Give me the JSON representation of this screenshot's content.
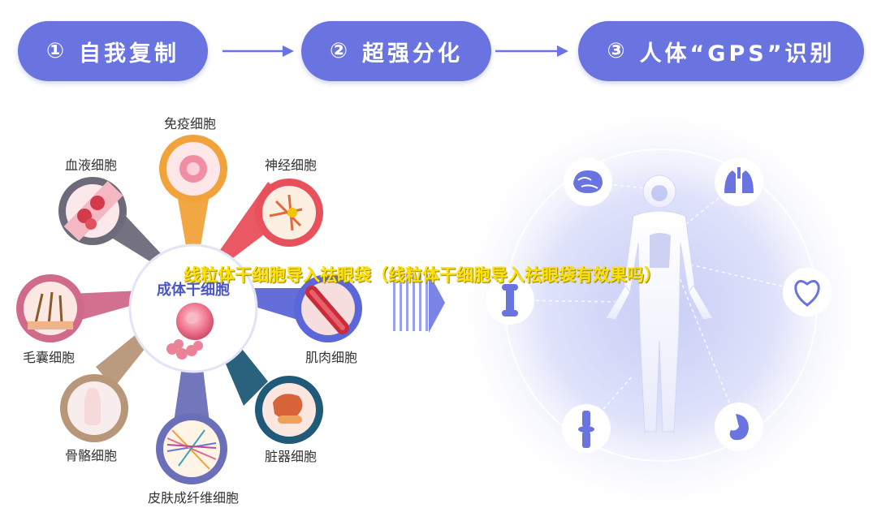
{
  "steps": [
    {
      "num": "①",
      "label": "自我复制"
    },
    {
      "num": "②",
      "label": "超强分化"
    },
    {
      "num": "③",
      "label": "人体“GPS”识别"
    }
  ],
  "center": {
    "title": "成体干细胞"
  },
  "cells": {
    "immune": "免疫细胞",
    "nerve": "神经细胞",
    "muscle": "肌肉细胞",
    "organ": "脏器细胞",
    "skin": "皮肤成纤维细胞",
    "bone": "骨骼细胞",
    "hair": "毛囊细胞",
    "blood": "血液细胞"
  },
  "overlay": {
    "title": "线粒体干细胞导入祛眼袋（线粒体干细胞导入祛眼袋有效果吗）"
  },
  "organs": [
    "brain-icon",
    "lungs-icon",
    "heart-icon",
    "stomach-icon",
    "knee-joint-icon",
    "bone-icon"
  ],
  "colors": {
    "accent": "#6a74e0",
    "immune": "#f2a23a",
    "nerve": "#e8505b",
    "muscle": "#5b67d8",
    "organ": "#1f5a78",
    "skin": "#6b6fb8",
    "bone": "#b8967a",
    "hair": "#d06a8a",
    "blood": "#6d6a7a"
  }
}
